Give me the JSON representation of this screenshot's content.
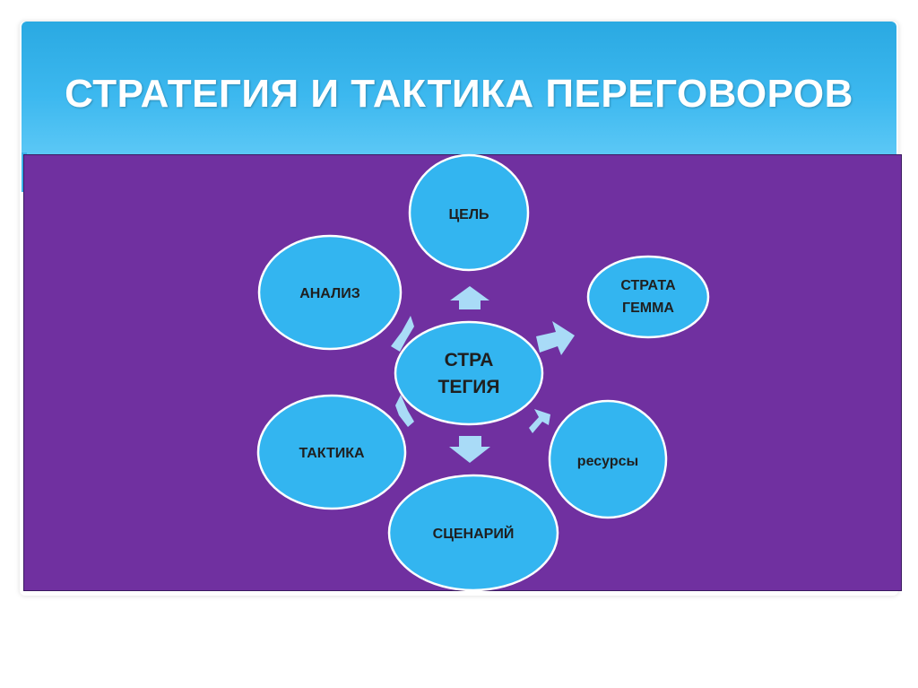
{
  "title": "СТРАТЕГИЯ И ТАКТИКА ПЕРЕГОВОРОВ",
  "colors": {
    "title_bar": "#3cb8ef",
    "panel": "#7030a0",
    "node_fill": "#33b5f0",
    "node_stroke": "#ffffff",
    "arrow": "#a9dbf7"
  },
  "center": {
    "lines": [
      "СТРА",
      "ТЕГИЯ"
    ]
  },
  "nodes": [
    {
      "id": "goal",
      "lines": [
        "ЦЕЛЬ"
      ]
    },
    {
      "id": "stratagem",
      "lines": [
        "СТРАТА",
        "ГЕММА"
      ]
    },
    {
      "id": "resources",
      "lines": [
        "ресурсы"
      ]
    },
    {
      "id": "scenario",
      "lines": [
        "СЦЕНАРИЙ"
      ]
    },
    {
      "id": "tactics",
      "lines": [
        "ТАКТИКА"
      ]
    },
    {
      "id": "analysis",
      "lines": [
        "АНАЛИЗ"
      ]
    }
  ]
}
